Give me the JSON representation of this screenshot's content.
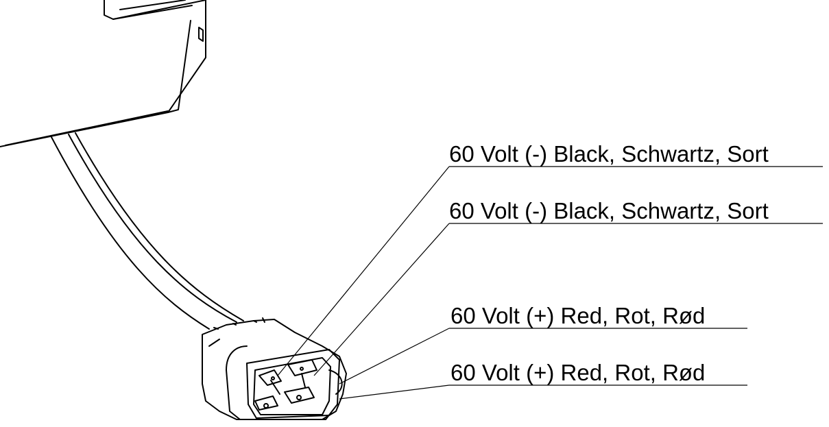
{
  "labels": [
    "60 Volt (-) Black, Schwartz, Sort",
    "60 Volt (-) Black, Schwartz, Sort",
    "60 Volt (+) Red, Rot, Rød",
    "60 Volt (+) Red, Rot, Rød"
  ],
  "colors": {
    "background": "#ffffff",
    "stroke": "#000000"
  }
}
